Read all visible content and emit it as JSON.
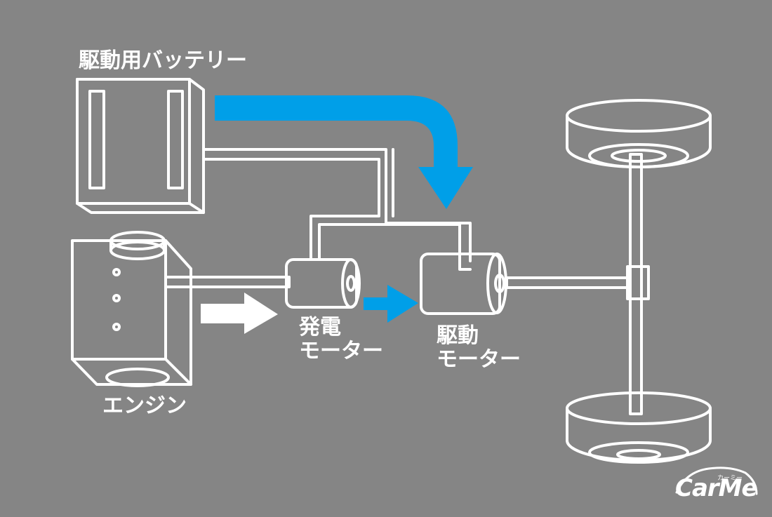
{
  "labels": {
    "battery": "駆動用バッテリー",
    "engine": "エンジン",
    "generator_line1": "発電",
    "generator_line2": "モーター",
    "drive_line1": "駆動",
    "drive_line2": "モーター"
  },
  "logo": {
    "text": "CarMe",
    "kana": "カーミー"
  },
  "colors": {
    "background": "#858585",
    "line": "#ffffff",
    "accent": "#009fe8"
  }
}
